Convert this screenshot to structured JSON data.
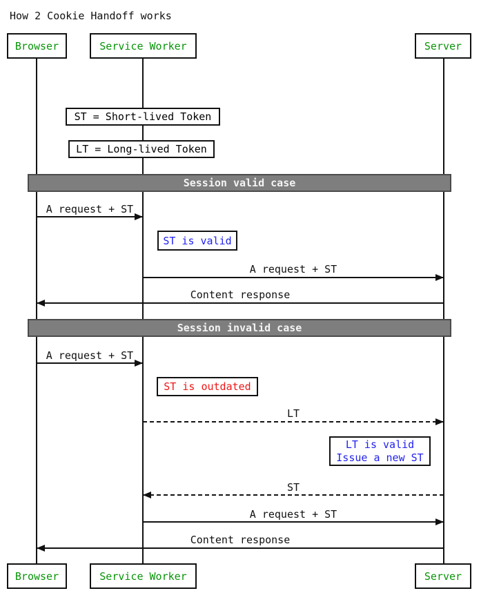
{
  "title": "How 2 Cookie Handoff works",
  "participants": [
    {
      "name": "Browser"
    },
    {
      "name": "Service Worker"
    },
    {
      "name": "Server"
    }
  ],
  "legend_notes": [
    {
      "text": "ST = Short-lived Token"
    },
    {
      "text": "LT = Long-lived Token"
    }
  ],
  "sections": [
    {
      "label": "Session valid case"
    },
    {
      "label": "Session invalid case"
    }
  ],
  "messages": [
    {
      "label": "A request + ST",
      "from": "Browser",
      "to": "Service Worker",
      "style": "solid"
    },
    {
      "label": "A request + ST",
      "from": "Service Worker",
      "to": "Server",
      "style": "solid"
    },
    {
      "label": "Content response",
      "from": "Server",
      "to": "Browser",
      "style": "solid"
    },
    {
      "label": "A request + ST",
      "from": "Browser",
      "to": "Service Worker",
      "style": "solid"
    },
    {
      "label": "LT",
      "from": "Service Worker",
      "to": "Server",
      "style": "dashed"
    },
    {
      "label": "ST",
      "from": "Server",
      "to": "Service Worker",
      "style": "dashed"
    },
    {
      "label": "A request + ST",
      "from": "Service Worker",
      "to": "Server",
      "style": "solid"
    },
    {
      "label": "Content response",
      "from": "Server",
      "to": "Browser",
      "style": "solid"
    }
  ],
  "state_notes": [
    {
      "text": "ST is valid",
      "color": "blue"
    },
    {
      "text": "ST is outdated",
      "color": "red"
    },
    {
      "line1": "LT is valid",
      "line2": "Issue a new ST",
      "color": "blue"
    }
  ],
  "colors": {
    "participant_text": "#089408",
    "valid_note_text": "#1f1ff0",
    "invalid_note_text": "#ef1717",
    "section_bar_fill": "#7e7e7e",
    "section_bar_border": "#4a4a4a",
    "line_ink": "#111111",
    "background": "#ffffff"
  }
}
